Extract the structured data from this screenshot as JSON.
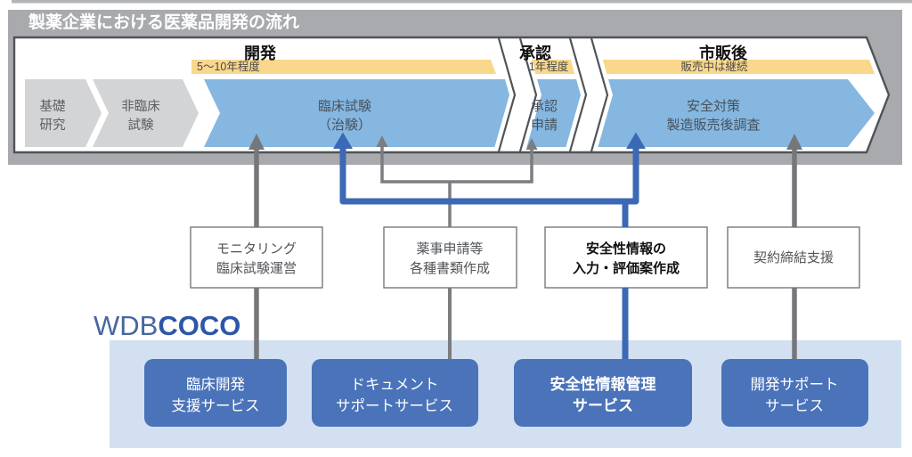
{
  "header": {
    "title": "製薬企業における医薬品開発の流れ"
  },
  "brand": {
    "name_regular": "WDB",
    "name_bold": "COCO"
  },
  "flow": {
    "phases": [
      {
        "name": "開発",
        "duration": "5〜10年程度"
      },
      {
        "name": "承認",
        "duration": "1年程度"
      },
      {
        "name": "市販後",
        "duration": "販売中は継続"
      }
    ],
    "steps": [
      {
        "line1": "基礎",
        "line2": "研究"
      },
      {
        "line1": "非臨床",
        "line2": "試験"
      },
      {
        "line1": "臨床試験",
        "line2": "（治験）"
      },
      {
        "line1": "承認",
        "line2": "申請"
      },
      {
        "line1": "安全対策",
        "line2": "製造販売後調査"
      }
    ]
  },
  "tasks": [
    {
      "line1": "モニタリング",
      "line2": "臨床試験運営"
    },
    {
      "line1": "薬事申請等",
      "line2": "各種書類作成"
    },
    {
      "line1": "安全性情報の",
      "line2": "入力・評価案作成"
    },
    {
      "line1": "契約締結支援",
      "line2": ""
    }
  ],
  "services": [
    {
      "line1": "臨床開発",
      "line2": "支援サービス"
    },
    {
      "line1": "ドキュメント",
      "line2": "サポートサービス"
    },
    {
      "line1": "安全性情報管理",
      "line2": "サービス"
    },
    {
      "line1": "開発サポート",
      "line2": "サービス"
    }
  ],
  "colors": {
    "panel_gray": "#a8aaad",
    "step_gray": "#d3d4d6",
    "band_blue": "#85b7e1",
    "highlight_yellow": "#f9d78c",
    "arrow_gray": "#75777a",
    "accent_blue": "#3c69b5",
    "button_blue": "#4a73b9",
    "service_band": "#d2e0f1",
    "logo_blue": "#2d56a6"
  }
}
